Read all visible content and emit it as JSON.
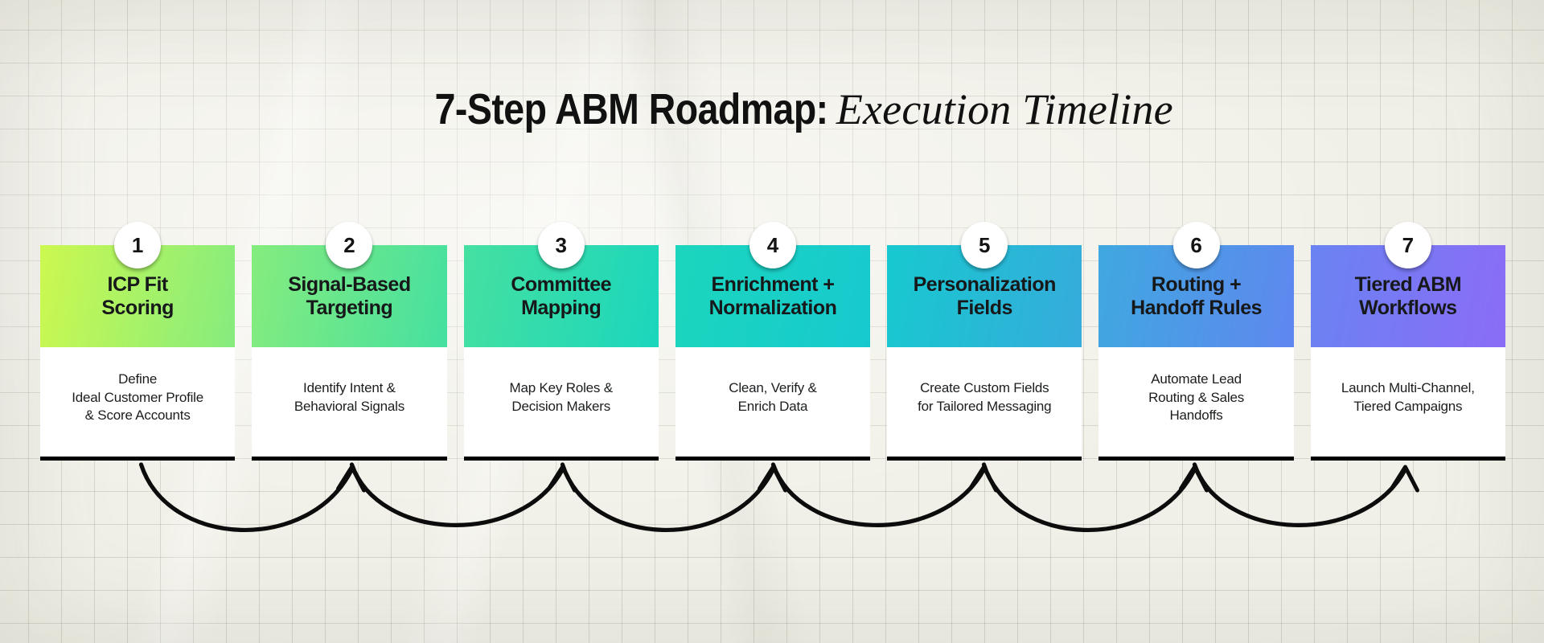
{
  "title": {
    "main": "7-Step ABM Roadmap:",
    "accent": "Execution Timeline"
  },
  "theme": {
    "paper_bg": "#f1f0e8",
    "grid_line": "#8c8e82",
    "rule_color": "#000000",
    "badge_bg": "#ffffff",
    "body_bg": "#ffffff",
    "text_dark": "#16181a"
  },
  "steps": [
    {
      "number": "1",
      "title": "ICP Fit\nScoring",
      "description": "Define\nIdeal Customer Profile\n& Score Accounts",
      "color_start": "#ccf84f",
      "color_end": "#85ec7e"
    },
    {
      "number": "2",
      "title": "Signal-Based\nTargeting",
      "description": "Identify Intent &\nBehavioral Signals",
      "color_start": "#85ec7e",
      "color_end": "#45e0a0"
    },
    {
      "number": "3",
      "title": "Committee\nMapping",
      "description": "Map Key Roles &\nDecision Makers",
      "color_start": "#45e0a0",
      "color_end": "#1bd6bd"
    },
    {
      "number": "4",
      "title": "Enrichment +\nNormalization",
      "description": "Clean, Verify &\nEnrich Data",
      "color_start": "#1bd6bd",
      "color_end": "#17c9cf"
    },
    {
      "number": "5",
      "title": "Personalization\nFields",
      "description": "Create Custom Fields\nfor Tailored Messaging",
      "color_start": "#17c9cf",
      "color_end": "#36abdc"
    },
    {
      "number": "6",
      "title": "Routing +\nHandoff Rules",
      "description": "Automate Lead\nRouting & Sales\nHandoffs",
      "color_start": "#3fa8e0",
      "color_end": "#5f87ef"
    },
    {
      "number": "7",
      "title": "Tiered ABM\nWorkflows",
      "description": "Launch Multi-Channel,\nTiered Campaigns",
      "color_start": "#6a83f2",
      "color_end": "#8b6cf6"
    }
  ],
  "connectors": {
    "count": 6,
    "style": "hand-drawn-curved-arrow",
    "direction": "points-up-into-next-step"
  }
}
